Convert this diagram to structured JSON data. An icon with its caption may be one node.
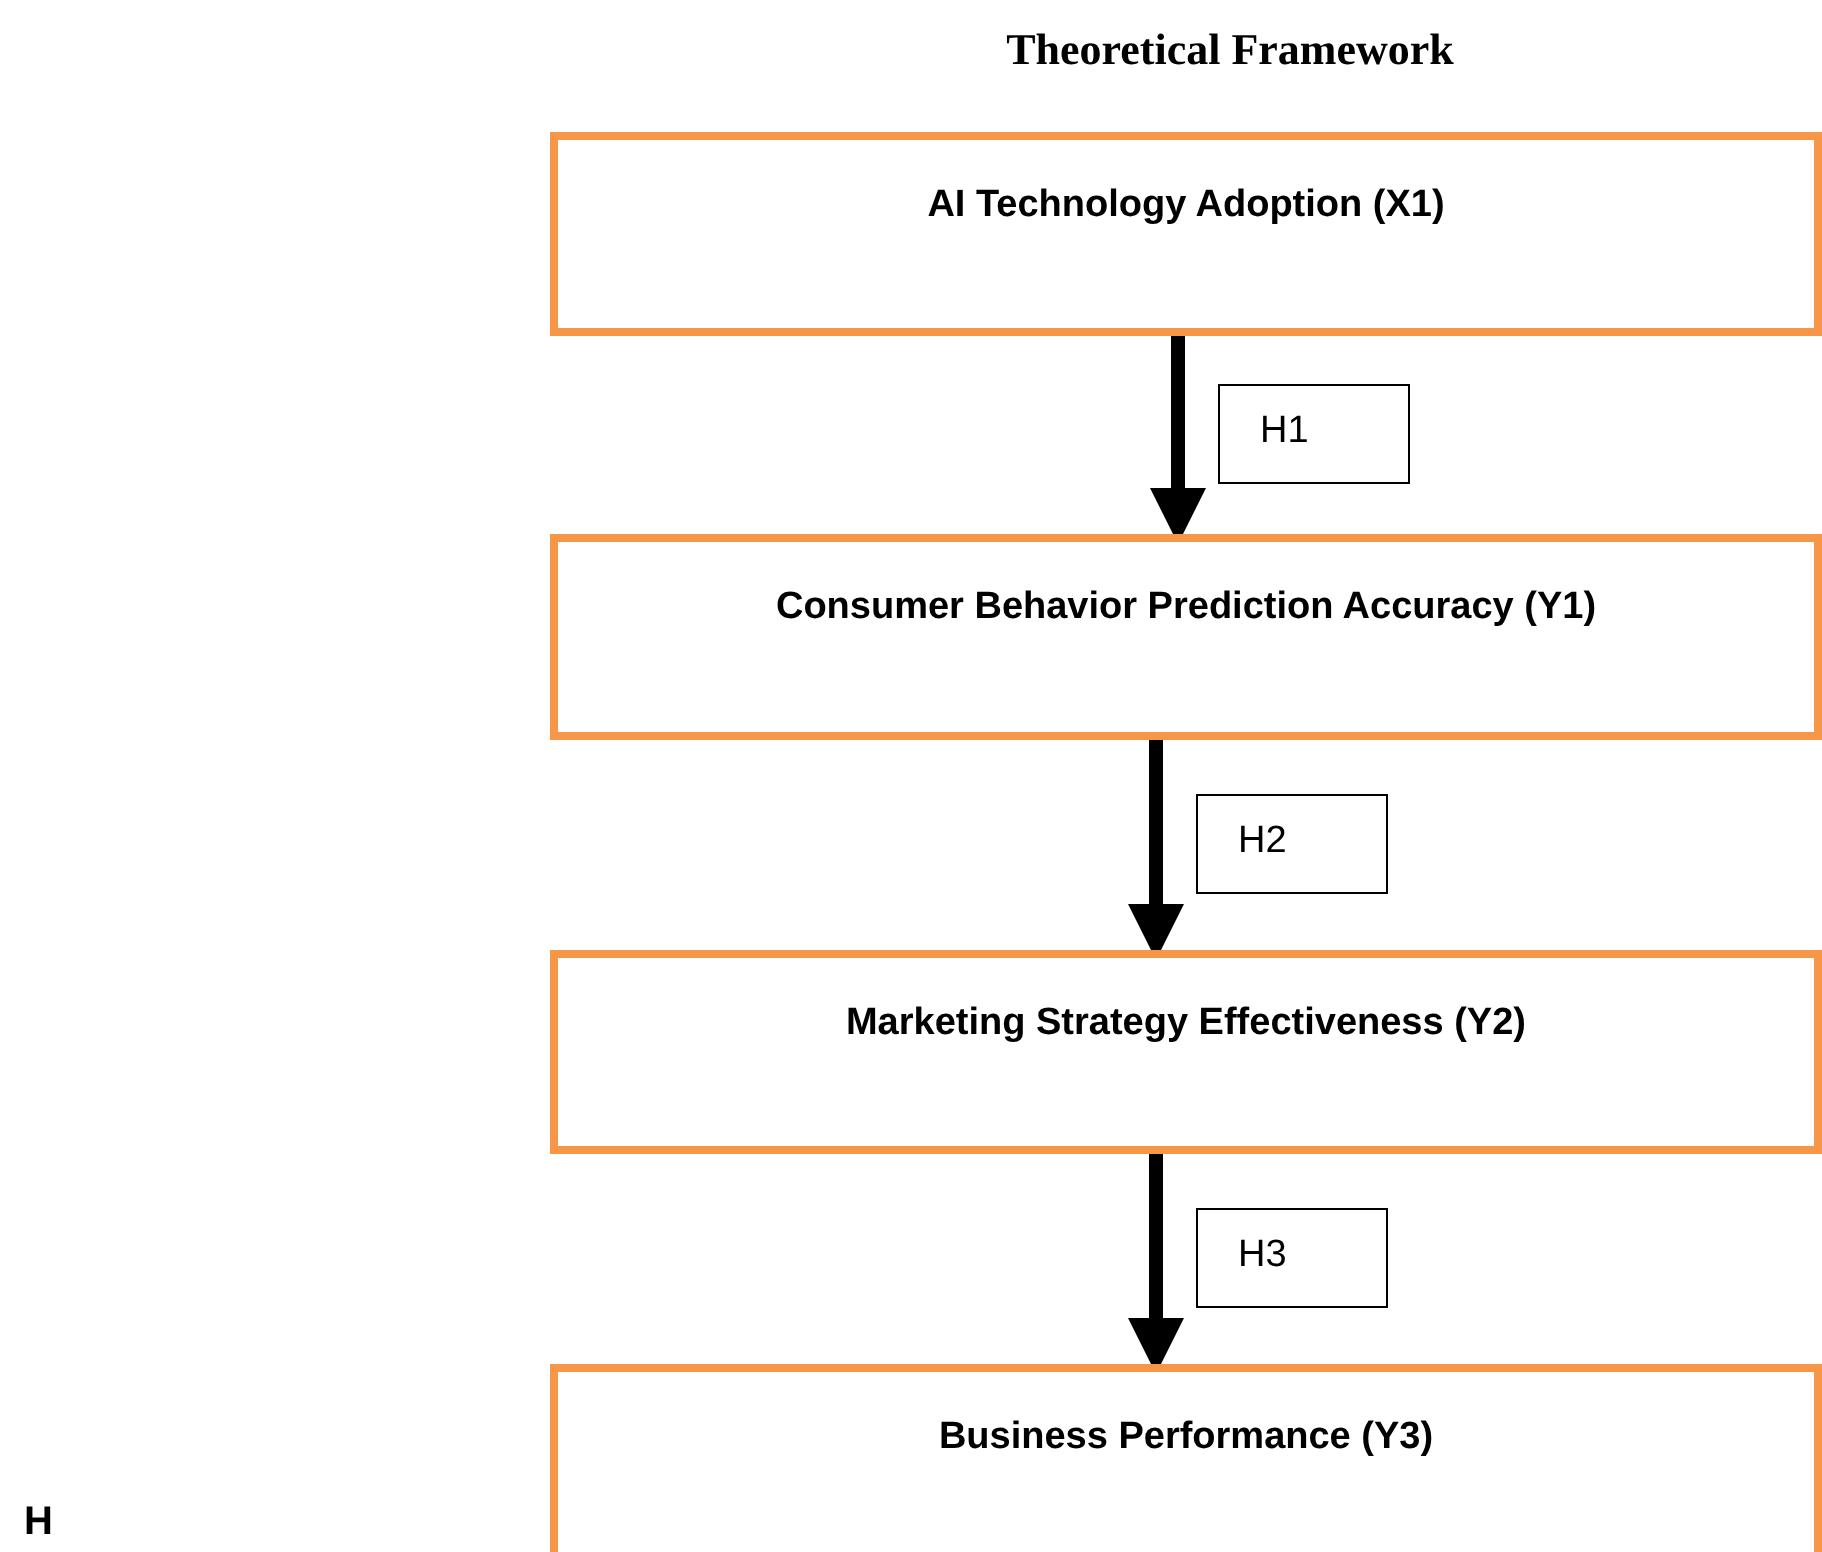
{
  "diagram": {
    "title": "Theoretical Framework",
    "nodes": [
      {
        "text": [
          "AI Technology Adoption (X1)"
        ]
      },
      {
        "text": [
          "Consumer Behavior Prediction Accuracy (Y1)"
        ]
      },
      {
        "text": [
          "Marketing Strategy Effectiveness (Y2)"
        ]
      },
      {
        "text": [
          "Business Performance (Y3)"
        ]
      }
    ],
    "edges": [
      {
        "from": 0,
        "to": 1,
        "arrow": "to",
        "label": "H1"
      },
      {
        "from": 1,
        "to": 2,
        "arrow": "to",
        "label": "H2"
      },
      {
        "from": 2,
        "to": 3,
        "arrow": "to",
        "label": "H3"
      }
    ],
    "labels": [
      "H"
    ]
  }
}
